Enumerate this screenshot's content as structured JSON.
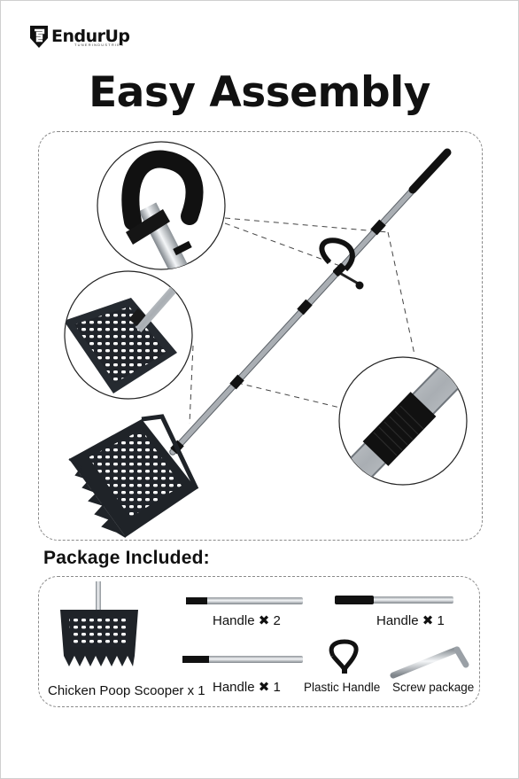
{
  "brand": {
    "name": "EndurUp",
    "tagline": "TUNERINDUSTRIES"
  },
  "title": "Easy Assembly",
  "package": {
    "heading": "Package Included:",
    "items": [
      {
        "label": "Chicken Poop Scooper x 1",
        "icon": "scooper-image"
      },
      {
        "label": "Handle ✖ 2",
        "icon": "handle-rod-image"
      },
      {
        "label": "Handle ✖ 1",
        "icon": "handle-rod-black-end-image"
      },
      {
        "label": "Handle ✖ 1",
        "icon": "handle-rod-short-image"
      },
      {
        "label": "Plastic Handle",
        "icon": "d-grip-image"
      },
      {
        "label": "Screw package",
        "icon": "l-screw-image"
      }
    ]
  },
  "details": [
    "d-grip-closeup",
    "scoop-closeup",
    "joint-closeup"
  ],
  "colors": {
    "ink": "#111111",
    "metal": "#c9cdd1",
    "dash": "#8a8a8a"
  }
}
